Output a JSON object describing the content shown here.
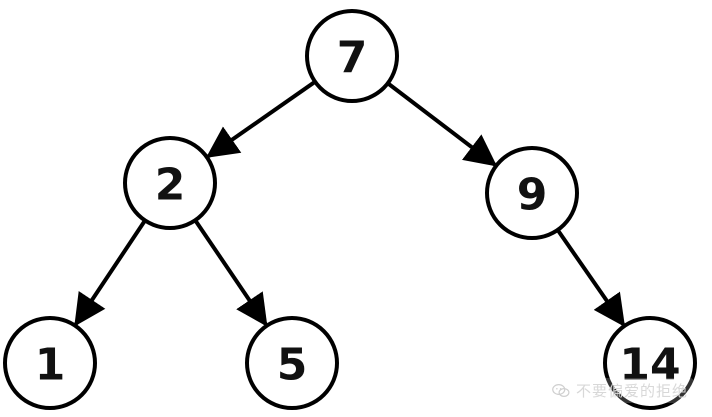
{
  "tree": {
    "nodes": [
      {
        "id": "n7",
        "label": "7"
      },
      {
        "id": "n2",
        "label": "2"
      },
      {
        "id": "n9",
        "label": "9"
      },
      {
        "id": "n1",
        "label": "1"
      },
      {
        "id": "n5",
        "label": "5"
      },
      {
        "id": "n14",
        "label": "14"
      }
    ],
    "edges": [
      {
        "from": "n7",
        "to": "n2"
      },
      {
        "from": "n7",
        "to": "n9"
      },
      {
        "from": "n2",
        "to": "n1"
      },
      {
        "from": "n2",
        "to": "n5"
      },
      {
        "from": "n9",
        "to": "n14"
      }
    ]
  },
  "watermark": {
    "text": "不要偏爱的拒绝",
    "icon": "wechat-icon"
  },
  "colors": {
    "stroke": "#000000",
    "fill": "#ffffff",
    "text": "#111111",
    "watermark": "#d8d8d8"
  }
}
